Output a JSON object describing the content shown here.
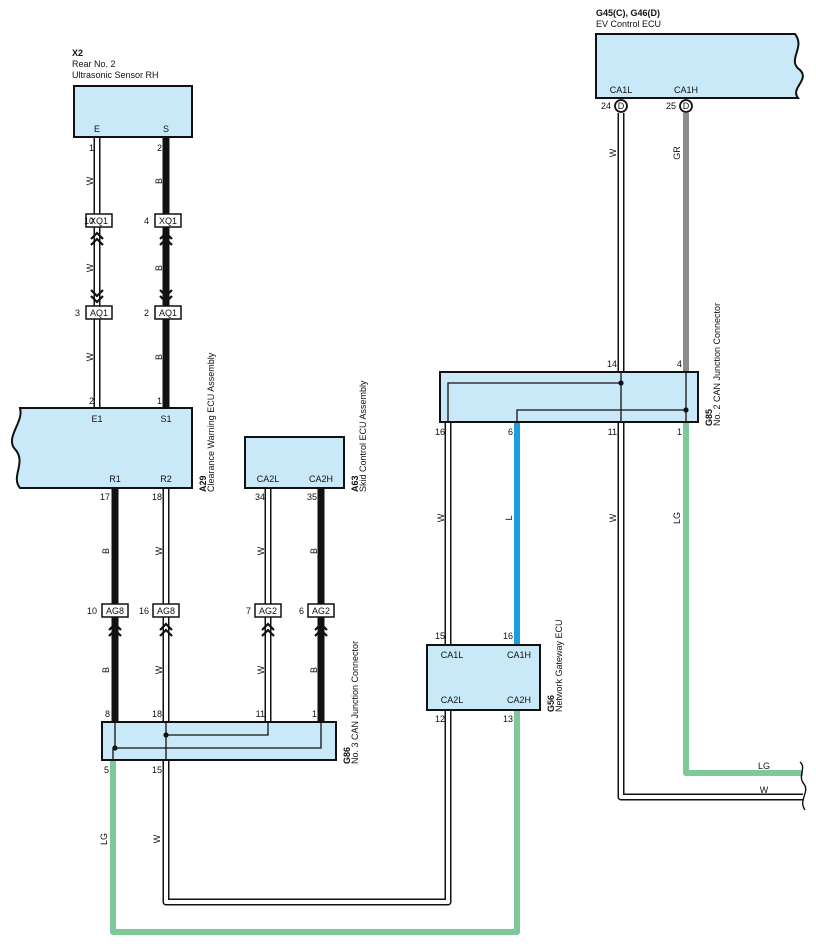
{
  "colors": {
    "ecu_fill": "#c9e9f8",
    "black": "#111111",
    "white_wire": "#ffffff",
    "gray": "#8c8c8c",
    "blue": "#1a9ee0",
    "light_green": "#7ec99a"
  },
  "components": {
    "x2": {
      "code": "X2",
      "line1": "Rear No. 2",
      "line2": "Ultrasonic Sensor RH",
      "pin_e": "E",
      "pin_s": "S"
    },
    "g45": {
      "code": "G45(C), G46(D)",
      "name": "EV Control ECU",
      "pin_l": "CA1L",
      "pin_h": "CA1H",
      "num_l": "24",
      "num_h": "25",
      "conn": "D"
    },
    "a29": {
      "code": "A29",
      "name": "Clearance Warning ECU Assembly",
      "pin_e1": "E1",
      "pin_s1": "S1",
      "pin_r1": "R1",
      "pin_r2": "R2",
      "n_e1": "2",
      "n_s1": "1",
      "n_r1": "17",
      "n_r2": "18"
    },
    "a63": {
      "code": "A63",
      "name": "Skid Control ECU Assembly",
      "pin_l": "CA2L",
      "pin_h": "CA2H",
      "n_l": "34",
      "n_h": "35"
    },
    "g85": {
      "code": "G85",
      "name": "No. 2 CAN Junction Connector",
      "n14": "14",
      "n4": "4",
      "n16": "16",
      "n6": "6",
      "n11": "11",
      "n1": "1"
    },
    "g56": {
      "code": "G56",
      "name": "Network Gateway ECU",
      "pin_ca1l": "CA1L",
      "pin_ca1h": "CA1H",
      "pin_ca2l": "CA2L",
      "pin_ca2h": "CA2H",
      "n15": "15",
      "n16": "16",
      "n12": "12",
      "n13": "13"
    },
    "g86": {
      "code": "G86",
      "name": "No. 3 CAN Junction Connector",
      "n8": "8",
      "n18": "18",
      "n11": "11",
      "n1": "1",
      "n5": "5",
      "n15": "15"
    }
  },
  "connectors": {
    "xq1_a": {
      "label": "XQ1",
      "pin": "10"
    },
    "xq1_b": {
      "label": "XQ1",
      "pin": "4"
    },
    "aq1_a": {
      "label": "AQ1",
      "pin": "3"
    },
    "aq1_b": {
      "label": "AQ1",
      "pin": "2"
    },
    "ag8_a": {
      "label": "AG8",
      "pin": "10"
    },
    "ag8_b": {
      "label": "AG8",
      "pin": "16"
    },
    "ag2_a": {
      "label": "AG2",
      "pin": "7"
    },
    "ag2_b": {
      "label": "AG2",
      "pin": "6"
    },
    "x2_e_pin": "1",
    "x2_s_pin": "2"
  },
  "wire_colors": {
    "w": "W",
    "b": "B",
    "gr": "GR",
    "l": "L",
    "lg": "LG"
  }
}
